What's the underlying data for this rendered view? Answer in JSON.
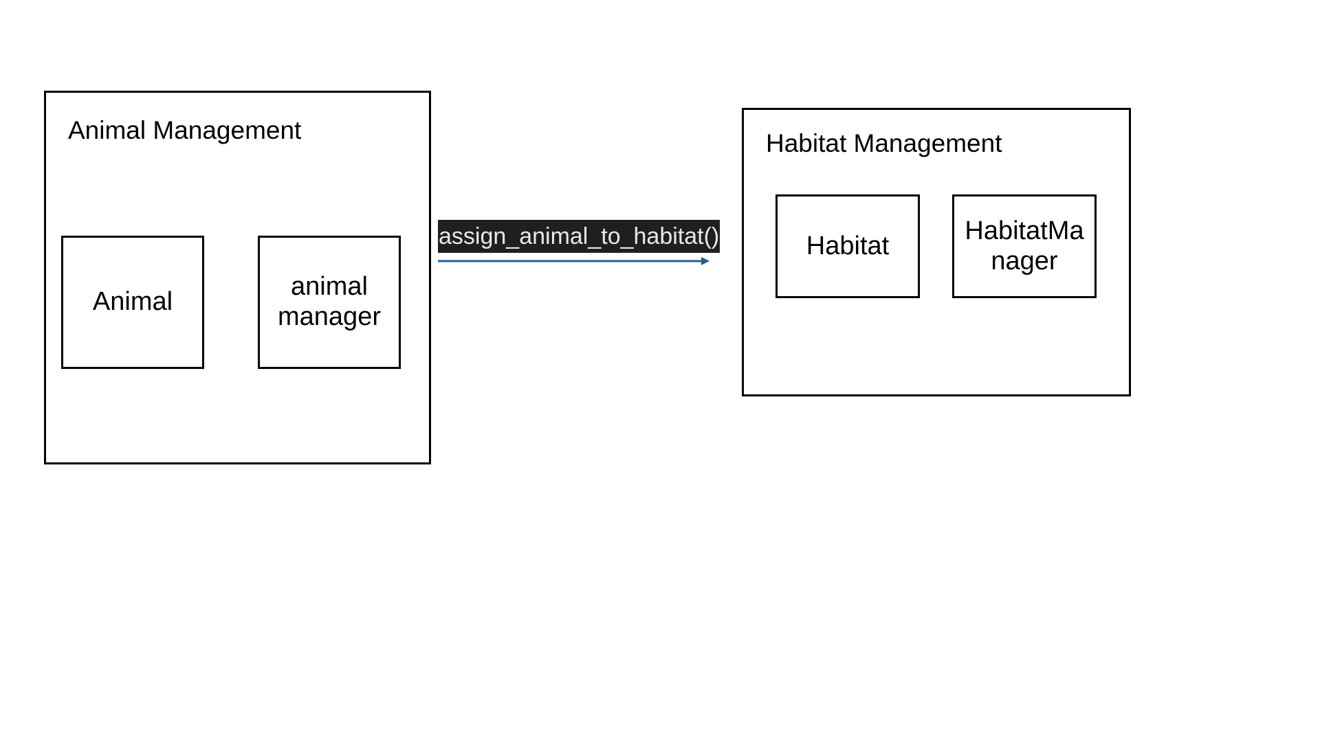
{
  "diagram": {
    "groups": {
      "animal_management": {
        "title": "Animal Management",
        "nodes": {
          "animal": "Animal",
          "animal_manager": "animal\nmanager"
        }
      },
      "habitat_management": {
        "title": "Habitat Management",
        "nodes": {
          "habitat": "Habitat",
          "habitat_manager": "HabitatMa\nnager"
        }
      }
    },
    "connector": {
      "label": "assign_animal_to_habitat()",
      "color": "#1f5f95",
      "label_background": "#1f1f1f"
    }
  }
}
